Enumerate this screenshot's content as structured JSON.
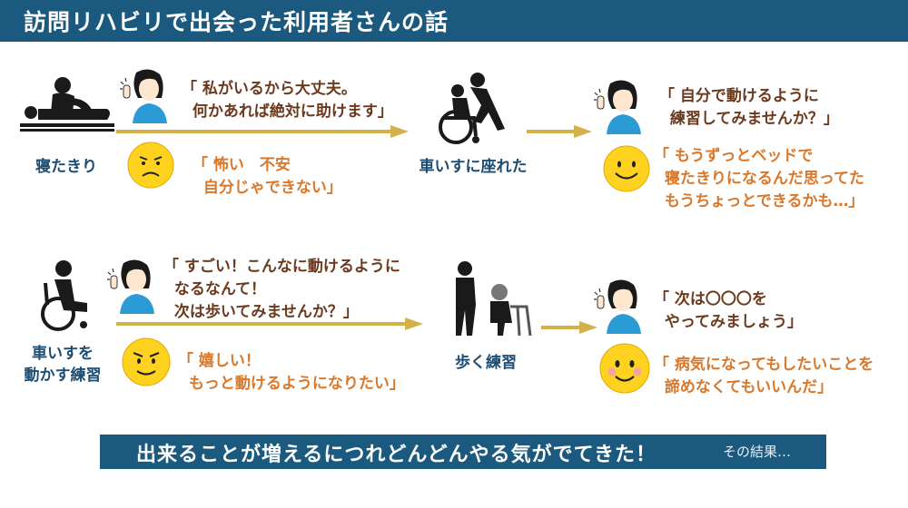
{
  "title": "訪問リハビリで出会った利用者さんの話",
  "stages": [
    {
      "id": "bedridden",
      "label": "寝たきり"
    },
    {
      "id": "wheelchair-sit",
      "label": "車いすに座れた"
    },
    {
      "id": "wheelchair-move",
      "label_line1": "車いすを",
      "label_line2": "動かす練習"
    },
    {
      "id": "walk",
      "label": "歩く練習"
    }
  ],
  "speech": {
    "s1_staff": "「 私がいるから大丈夫。\n  何かあれば絶対に助けます」",
    "s1_user": "「 怖い　不安\n  自分じゃできない」",
    "s2_staff": "「 自分で動けるように\n  練習してみませんか？」",
    "s2_user": "「 もうずっとベッドで\n  寝たきりになるんだ思ってた\n  もうちょっとできるかも…」",
    "s3_staff": "「 すごい！こんなに動けるように\n  なるなんて！\n  次は歩いてみませんか？」",
    "s3_user": "「 嬉しい！\n  もっと動けるようになりたい」",
    "s4_staff": "「 次は〇〇〇を\n  やってみましょう」",
    "s4_user": "「 病気になってもしたいことを\n  諦めなくてもいいんだ」"
  },
  "faces": [
    "worried",
    "smiling",
    "determined",
    "happy-blush"
  ],
  "summary": {
    "main": "出来ることが増えるにつれどんどんやる気がでてきた！",
    "sub": "その結果…"
  },
  "colors": {
    "header": "#1b5a7e",
    "label": "#1d4d73",
    "staff_text": "#6b3a1e",
    "user_text": "#d9782a",
    "arrow": "#d4b04a",
    "face": "#ffd21f",
    "staff_shirt": "#2b9bd6"
  }
}
